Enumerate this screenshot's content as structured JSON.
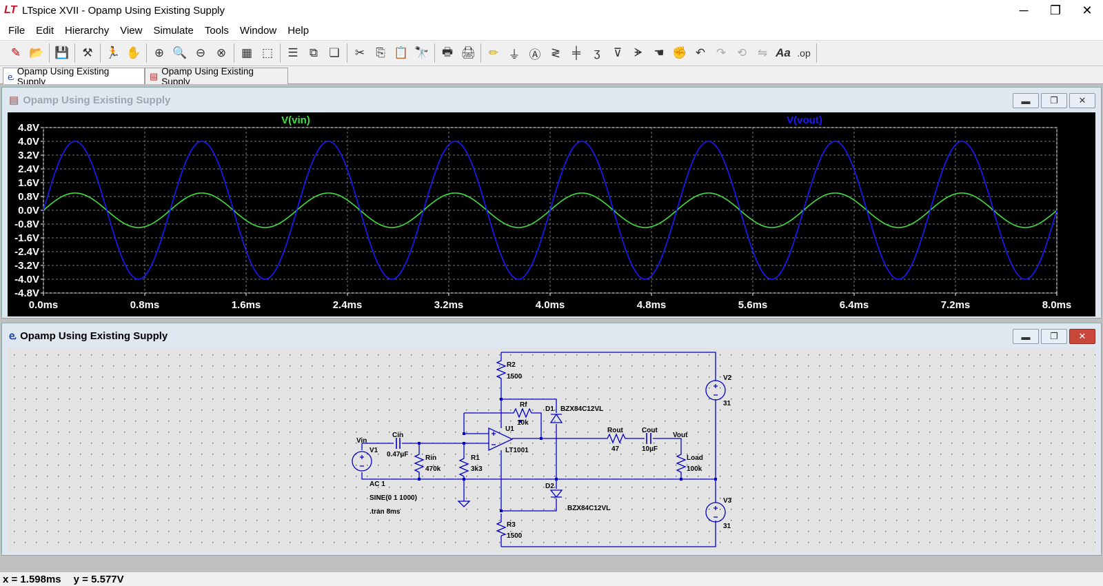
{
  "window": {
    "title": "LTspice XVII - Opamp Using Existing Supply",
    "logo": "LT",
    "minimize": "─",
    "maximize": "❐",
    "close": "✕"
  },
  "menu": [
    "File",
    "Edit",
    "Hierarchy",
    "View",
    "Simulate",
    "Tools",
    "Window",
    "Help"
  ],
  "toolbar_icons": [
    "new-schematic",
    "open",
    "save",
    "control-panel",
    "run",
    "halt",
    "zoom-in",
    "zoom-pan",
    "zoom-out",
    "zoom-fit",
    "autorange",
    "cursor-mode",
    "tile-horizontal",
    "tile-vertical",
    "cascade",
    "cut",
    "copy",
    "paste",
    "find",
    "print-preview",
    "print",
    "draw-wire",
    "ground",
    "label-net",
    "resistor",
    "capacitor",
    "inductor",
    "diode",
    "component",
    "move",
    "drag",
    "undo",
    "redo",
    "rotate",
    "mirror",
    "text",
    "spice-directive"
  ],
  "tabs": [
    {
      "label": "Opamp Using Existing Supply",
      "icon": "schematic-icon"
    },
    {
      "label": "Opamp Using Existing Supply",
      "icon": "waveform-icon"
    }
  ],
  "plot_window": {
    "title": "Opamp Using Existing Supply"
  },
  "schematic_window": {
    "title": "Opamp Using Existing Supply"
  },
  "status": {
    "x": "x = 1.598ms",
    "y": "y = 5.577V"
  },
  "chart_data": {
    "type": "line",
    "x_unit": "ms",
    "xlim": [
      0,
      8
    ],
    "ylim": [
      -4.8,
      4.8
    ],
    "x_ticks": [
      "0.0ms",
      "0.8ms",
      "1.6ms",
      "2.4ms",
      "3.2ms",
      "4.0ms",
      "4.8ms",
      "5.6ms",
      "6.4ms",
      "7.2ms",
      "8.0ms"
    ],
    "y_ticks": [
      "4.8V",
      "4.0V",
      "3.2V",
      "2.4V",
      "1.6V",
      "0.8V",
      "0.0V",
      "-0.8V",
      "-1.6V",
      "-2.4V",
      "-3.2V",
      "-4.0V",
      "-4.8V"
    ],
    "grid": true,
    "series": [
      {
        "name": "V(vin)",
        "color": "#40e040",
        "amplitude": 1.0,
        "frequency_hz": 1000,
        "phase": "sine"
      },
      {
        "name": "V(vout)",
        "color": "#1a1aff",
        "amplitude": 4.0,
        "frequency_hz": 1000,
        "phase": "sine"
      }
    ]
  },
  "schematic": {
    "labels": {
      "r2": "R2",
      "r2v": "1500",
      "rf": "Rf",
      "rfv": "10k",
      "d1": "D1",
      "d1v": "BZX84C12VL",
      "v2": "V2",
      "v2v": "31",
      "u1": "U1",
      "u1v": "LT1001",
      "vin": "Vin",
      "v1": "V1",
      "cin": "Cin",
      "cinv": "0.47µF",
      "rin": "Rin",
      "rinv": "470k",
      "r1": "R1",
      "r1v": "3k3",
      "rout": "Rout",
      "routv": "47",
      "cout": "Cout",
      "coutv": "10µF",
      "vout": "Vout",
      "load": "Load",
      "loadv": "100k",
      "ac": "AC 1",
      "sine": "SINE(0 1 1000)",
      "tran": ".tran 8ms",
      "d2": "D2",
      "d2v": "BZX84C12VL",
      "v3": "V3",
      "v3v": "31",
      "r3": "R3",
      "r3v": "1500"
    }
  }
}
